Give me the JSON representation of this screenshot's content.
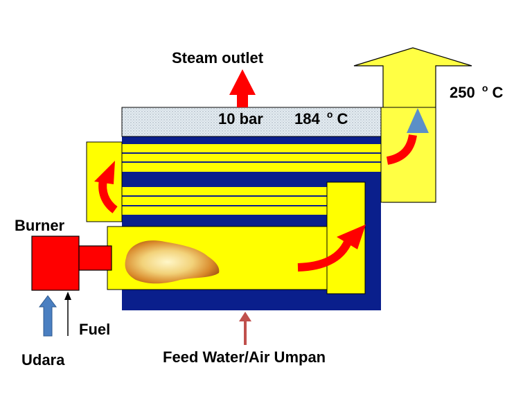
{
  "labels": {
    "steam_outlet": "Steam outlet",
    "pressure": "10 bar",
    "steam_temp": "184",
    "flue_temp": "250",
    "temp_unit_sup": "o",
    "temp_unit": "C",
    "burner": "Burner",
    "fuel": "Fuel",
    "air": "Udara",
    "feed_water": "Feed Water/Air Umpan"
  },
  "colors": {
    "shell": "#0a1f8c",
    "water_tubes": "#ffff00",
    "steam_space": "#dfe8ee",
    "flow_arrow": "#ff0000",
    "burner": "#ff0000",
    "air_arrow": "#4a7fc1",
    "feed_arrow": "#c0504d",
    "flue_arrow": "#ffff44",
    "flue_tip": "#5b8fc7"
  }
}
